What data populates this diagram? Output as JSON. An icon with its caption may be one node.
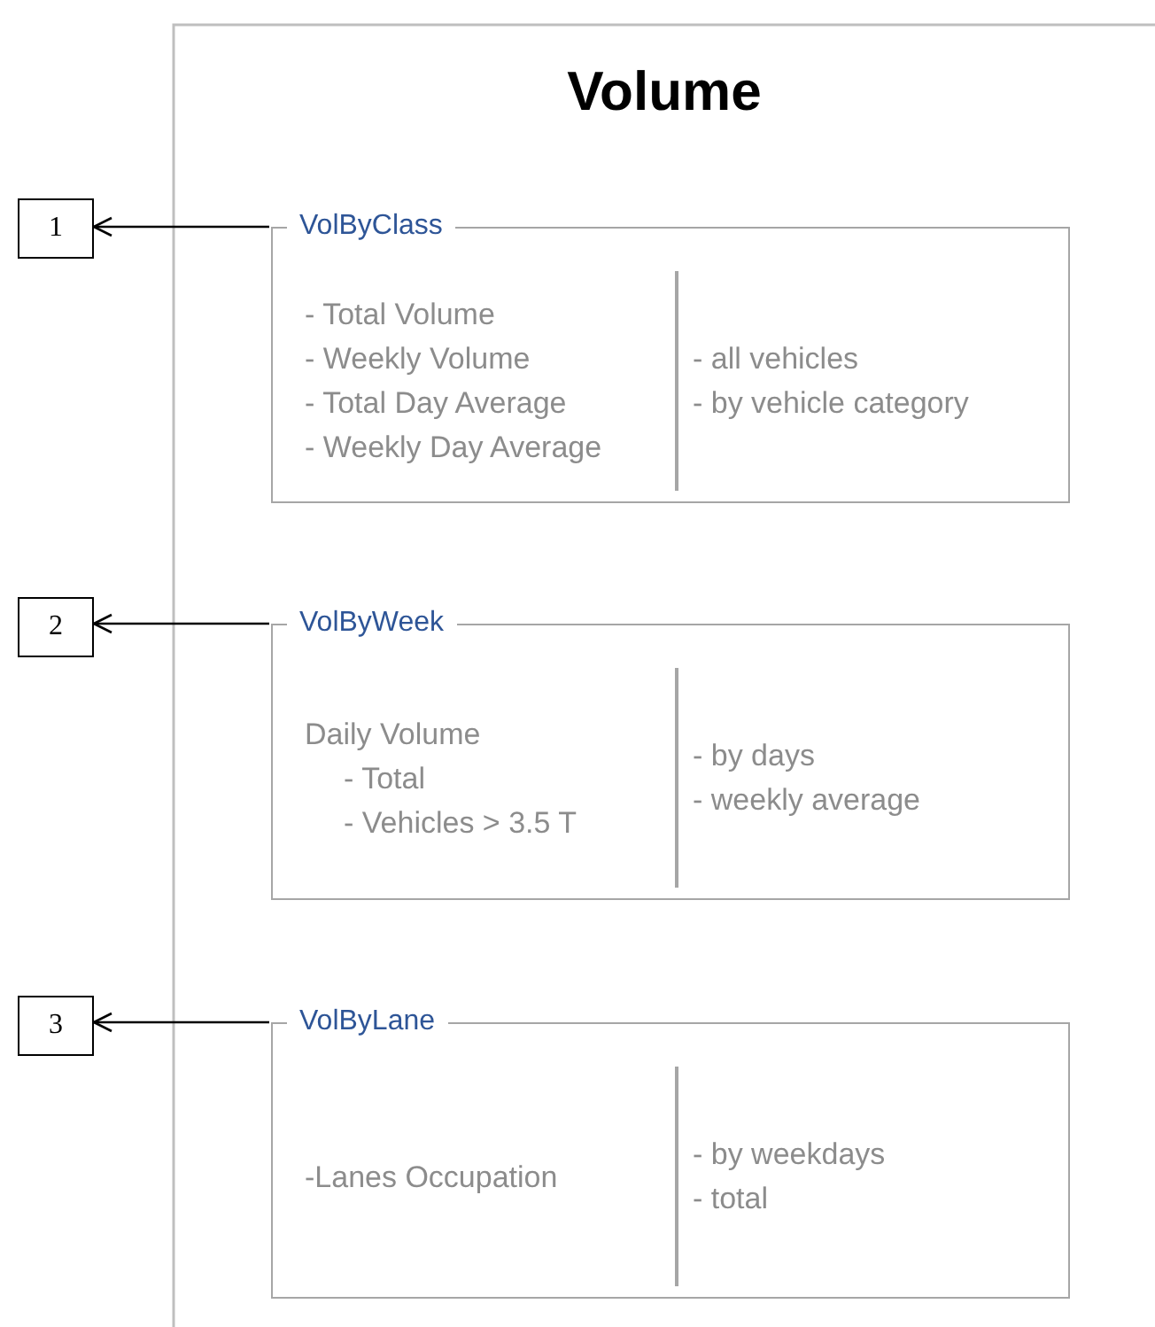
{
  "diagram": {
    "title": "Volume",
    "nodes": [
      {
        "text": [
          "1"
        ]
      },
      {
        "text": [
          "VolByClass",
          "- Total Volume",
          "- Weekly Volume",
          "- Total Day Average",
          "- Weekly Day Average",
          "- all vehicles",
          "- by vehicle category"
        ]
      },
      {
        "text": [
          "2"
        ]
      },
      {
        "text": [
          "VolByWeek",
          "Daily Volume",
          "- Total",
          "- Vehicles > 3.5 T",
          "- by days",
          "- weekly average"
        ]
      },
      {
        "text": [
          "3"
        ]
      },
      {
        "text": [
          "VolByLane",
          "-Lanes Occupation",
          "- by weekdays",
          "- total"
        ]
      }
    ],
    "edges": [
      {
        "from": 1,
        "to": 0,
        "arrow": "to"
      },
      {
        "from": 3,
        "to": 2,
        "arrow": "to"
      },
      {
        "from": 5,
        "to": 4,
        "arrow": "to"
      }
    ]
  }
}
